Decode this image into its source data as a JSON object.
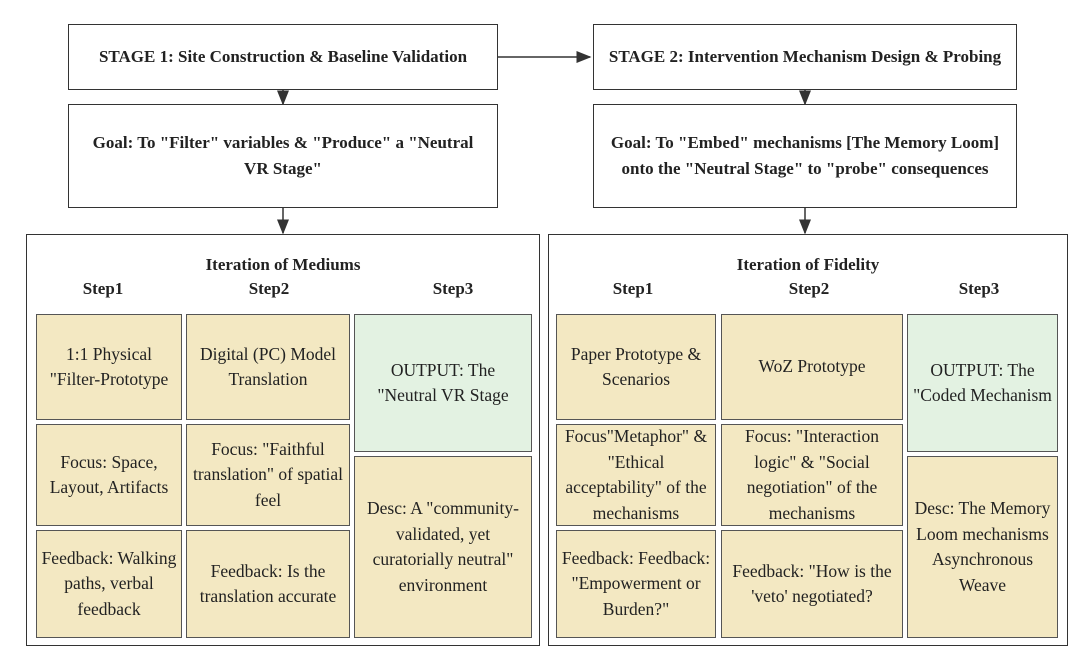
{
  "stage1": {
    "title": "STAGE 1: Site Construction & Baseline Validation",
    "goal": "Goal: To \"Filter\" variables & \"Produce\" a \"Neutral VR Stage\"",
    "iteration_title": "Iteration of Mediums",
    "steps": [
      "Step1",
      "Step2",
      "Step3"
    ],
    "columns": [
      [
        "1:1 Physical \"Filter-Prototype",
        "Focus: Space, Layout, Artifacts",
        "Feedback: Walking paths, verbal feedback"
      ],
      [
        "Digital (PC) Model Translation",
        "Focus: \"Faithful translation\" of spatial feel",
        "Feedback: Is the translation accurate"
      ],
      [
        "OUTPUT: The \"Neutral VR Stage",
        "Desc: A \"community-validated, yet curatorially neutral\" environment"
      ]
    ]
  },
  "stage2": {
    "title": "STAGE 2: Intervention Mechanism Design & Probing",
    "goal": "Goal: To \"Embed\" mechanisms [The Memory Loom] onto the \"Neutral Stage\" to \"probe\" consequences",
    "iteration_title": "Iteration of Fidelity",
    "steps": [
      "Step1",
      "Step2",
      "Step3"
    ],
    "columns": [
      [
        "Paper Prototype & Scenarios",
        "Focus\"Metaphor\" & \"Ethical acceptability\" of the mechanisms",
        "Feedback: Feedback: \"Empowerment or Burden?\""
      ],
      [
        "WoZ Prototype",
        "Focus: \"Interaction logic\" & \"Social negotiation\" of the mechanisms",
        "Feedback: \"How is the 'veto' negotiated?"
      ],
      [
        "OUTPUT: The \"Coded Mechanism",
        "Desc: The Memory Loom mechanisms Asynchronous Weave"
      ]
    ]
  }
}
